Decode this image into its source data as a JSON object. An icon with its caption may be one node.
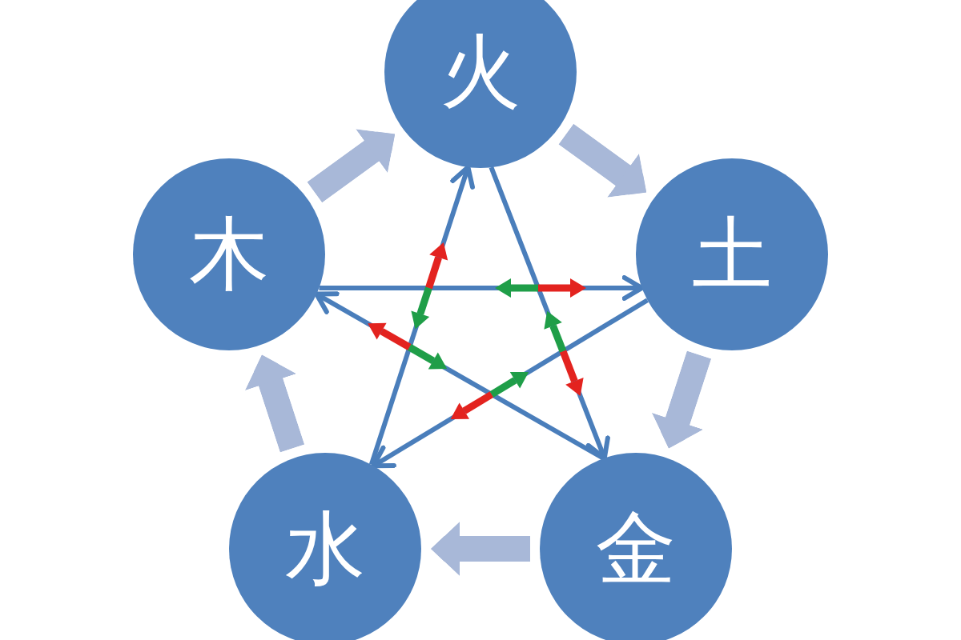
{
  "diagram": {
    "nodes": [
      {
        "text": [
          "火"
        ]
      },
      {
        "text": [
          "木"
        ]
      },
      {
        "text": [
          "土"
        ]
      },
      {
        "text": [
          "水"
        ]
      },
      {
        "text": [
          "金"
        ]
      }
    ],
    "edges": [
      {
        "from": 1,
        "to": 0,
        "arrow": "to",
        "style": "thick",
        "color": "#a8b8d8"
      },
      {
        "from": 0,
        "to": 2,
        "arrow": "to",
        "style": "thick",
        "color": "#a8b8d8"
      },
      {
        "from": 2,
        "to": 4,
        "arrow": "to",
        "style": "thick",
        "color": "#a8b8d8"
      },
      {
        "from": 4,
        "to": 3,
        "arrow": "to",
        "style": "thick",
        "color": "#a8b8d8"
      },
      {
        "from": 3,
        "to": 1,
        "arrow": "to",
        "style": "thick",
        "color": "#a8b8d8"
      },
      {
        "from": 1,
        "to": 2,
        "arrow": "to",
        "color": "#4a7ebb"
      },
      {
        "from": 2,
        "to": 3,
        "arrow": "to",
        "color": "#4a7ebb"
      },
      {
        "from": 3,
        "to": 0,
        "arrow": "to",
        "color": "#4a7ebb"
      },
      {
        "from": 0,
        "to": 4,
        "arrow": "to",
        "color": "#4a7ebb"
      },
      {
        "from": 4,
        "to": 1,
        "arrow": "to",
        "color": "#4a7ebb"
      }
    ]
  }
}
